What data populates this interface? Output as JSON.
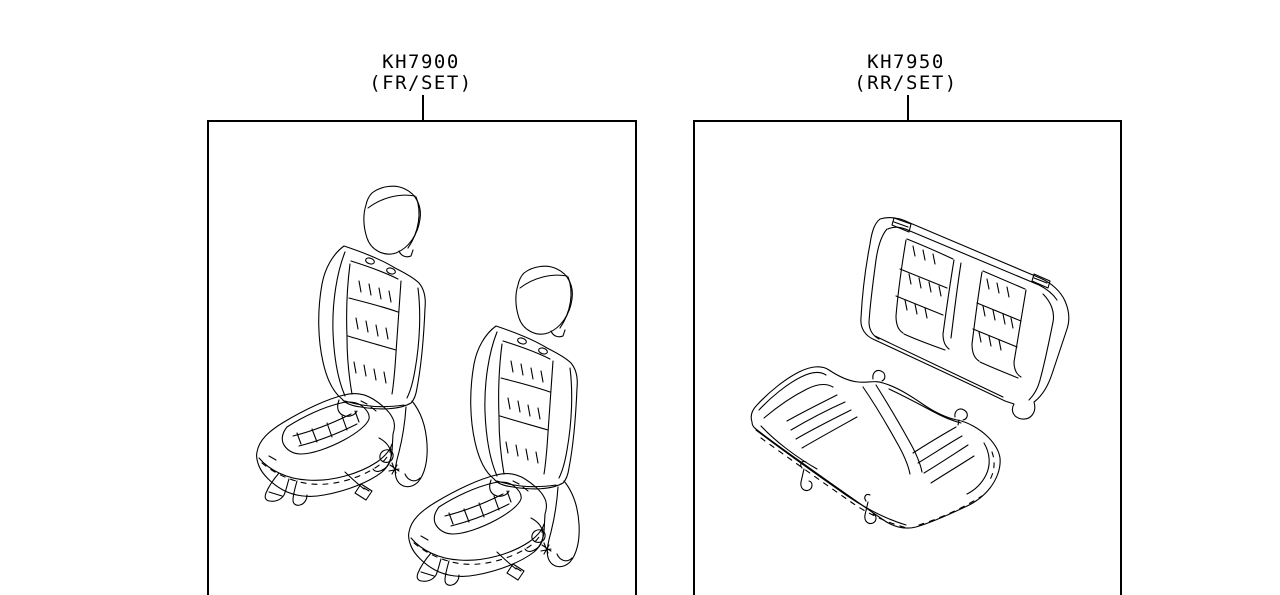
{
  "page": {
    "background_color": "#ffffff",
    "line_color": "#000000"
  },
  "panels": [
    {
      "id": "front",
      "part_code": "KH7900",
      "set_label": "(FR/SET)",
      "illustration": "front-seat-cover-set"
    },
    {
      "id": "rear",
      "part_code": "KH7950",
      "set_label": "(RR/SET)",
      "illustration": "rear-seat-cover-set"
    }
  ]
}
